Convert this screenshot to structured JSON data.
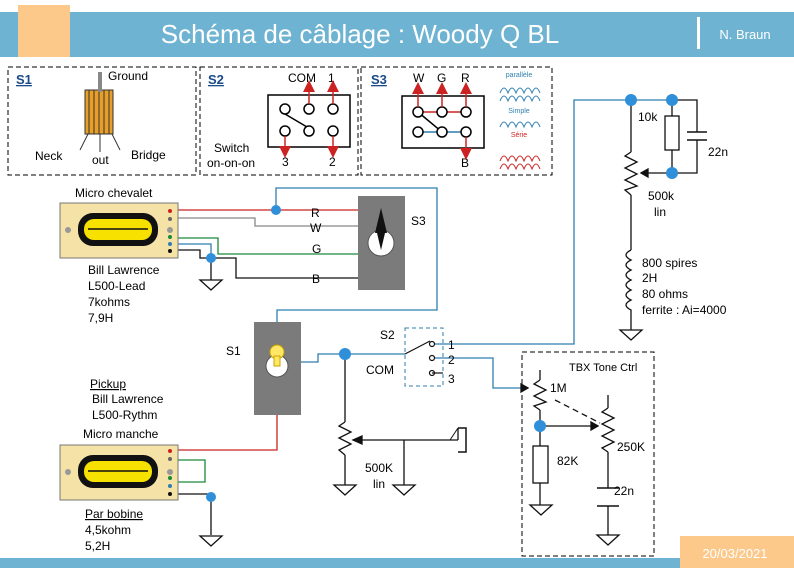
{
  "header": {
    "title": "Schéma de câblage : Woody Q BL",
    "author": "N. Braun"
  },
  "footer": {
    "date": "20/03/2021"
  },
  "s1": {
    "title": "S1",
    "ground": "Ground",
    "neck": "Neck",
    "out": "out",
    "bridge": "Bridge"
  },
  "s2": {
    "title": "S2",
    "com": "COM",
    "pin1": "1",
    "pin2": "2",
    "pin3": "3",
    "desc1": "Switch",
    "desc2": "on-on-on"
  },
  "s3": {
    "title": "S3",
    "w": "W",
    "g": "G",
    "r": "R",
    "b": "B",
    "modes": [
      "parallèle",
      "Simple",
      "Série"
    ]
  },
  "pickup_bridge": {
    "title": "Micro chevalet",
    "lines": [
      "Bill Lawrence",
      "L500-Lead",
      "7kohms",
      "7,9H"
    ]
  },
  "pickup_neck": {
    "lines": [
      "Pickup",
      "Bill Lawrence",
      "L500-Rythm"
    ],
    "title": "Micro manche",
    "specs": [
      "Par bobine",
      "4,5kohm",
      "5,2H"
    ]
  },
  "wires": {
    "r": "R",
    "w": "W",
    "g": "G",
    "b": "B"
  },
  "switch_s3_label": "S3",
  "switch_s1_label": "S1",
  "switch_s2": {
    "label": "S2",
    "com": "COM",
    "p1": "1",
    "p2": "2",
    "p3": "3"
  },
  "volume": {
    "value": "500K",
    "taper": "lin"
  },
  "notch": {
    "r": "10k",
    "c": "22n",
    "pot": "500k",
    "taper": "lin",
    "coil": [
      "800 spires",
      "2H",
      "80 ohms",
      "ferrite : Ai=4000"
    ]
  },
  "tbx": {
    "title": "TBX Tone Ctrl",
    "pot1": "1M",
    "r": "82K",
    "pot2": "250K",
    "c": "22n"
  },
  "colors": {
    "header_bg": "#6fb3d2",
    "accent": "#fcc98b",
    "wire_red": "#cc2222",
    "wire_green": "#1a8a3a",
    "wire_blue": "#2f7fb0",
    "node": "#2f8fd8",
    "pickup_fill": "#f5e2a6",
    "switch_fill": "#7b7b7b"
  }
}
